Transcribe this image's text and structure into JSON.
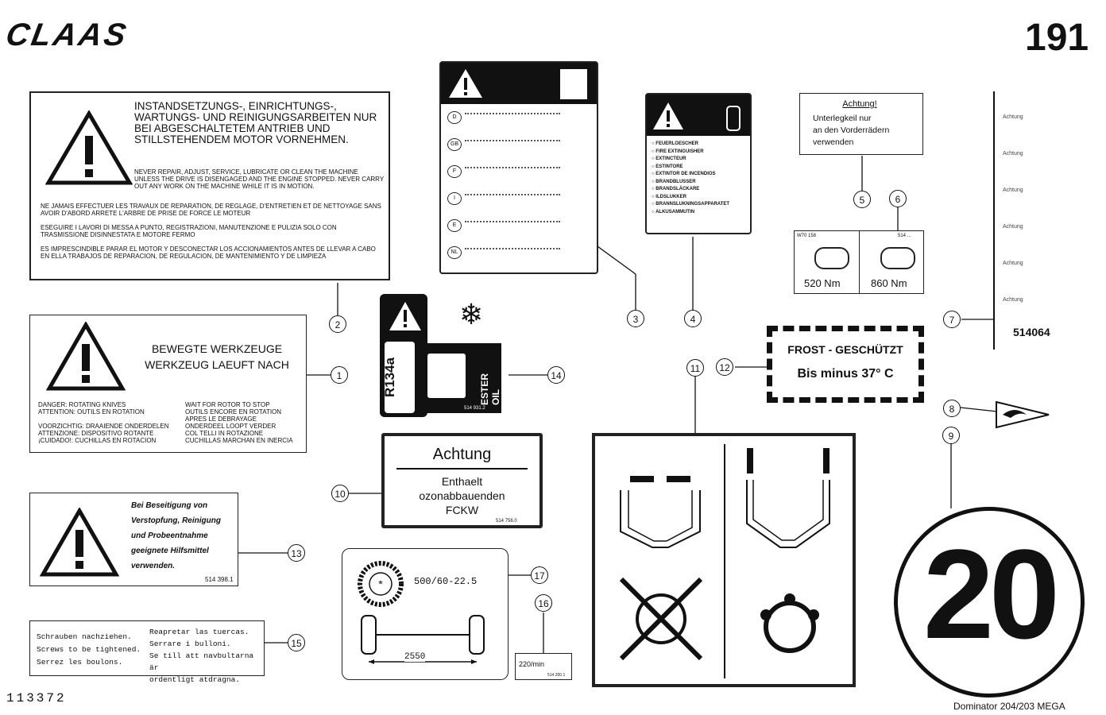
{
  "header": {
    "brand": "CLAAS",
    "page_number": "191"
  },
  "footer": {
    "doc_id": "113372",
    "model": "Dominator 204/203 MEGA"
  },
  "labels": {
    "l2": {
      "title_de": "INSTANDSETZUNGS-, EINRICHTUNGS-, WARTUNGS- UND REINIGUNGSARBEITEN NUR BEI ABGESCHALTETEM ANTRIEB UND STILLSTEHENDEM MOTOR VORNEHMEN.",
      "text_en": "NEVER REPAIR, ADJUST, SERVICE, LUBRICATE OR CLEAN THE MACHINE UNLESS THE DRIVE IS DISENGAGED AND THE ENGINE STOPPED. NEVER CARRY OUT ANY WORK ON THE MACHINE WHILE IT IS IN MOTION.",
      "text_fr": "NE JAMAIS EFFECTUER LES TRAVAUX DE REPARATION, DE REGLAGE, D'ENTRETIEN ET DE NETTOYAGE SANS AVOIR D'ABORD ARRETE L'ARBRE DE PRISE DE FORCE LE MOTEUR",
      "text_it": "ESEGUIRE I LAVORI DI MESSA A PUNTO, REGISTRAZIONI, MANUTENZIONE E PULIZIA SOLO CON TRASMISSIONE DISINNESTATA E MOTORE FERMO",
      "text_es": "ES IMPRESCINDIBLE PARAR EL MOTOR Y DESCONECTAR LOS ACCIONAMIENTOS ANTES DE LLEVAR A CABO EN ELLA TRABAJOS DE REPARACION, DE REGULACION, DE MANTENIMIENTO Y DE LIMPIEZA"
    },
    "l1": {
      "title_line1": "BEWEGTE WERKZEUGE",
      "title_line2": "WERKZEUG LAEUFT NACH",
      "left_col": [
        "DANGER: ROTATING KNIVES",
        "ATTENTION: OUTILS EN ROTATION",
        "",
        "VOORZICHTIG: DRAAIENDE ONDERDELEN",
        "ATTENZIONE: DISPOSITIVO ROTANTE",
        "¡CUIDADO!: CUCHILLAS EN ROTACION"
      ],
      "right_col": [
        "WAIT FOR ROTOR TO STOP",
        "OUTILS ENCORE EN ROTATION",
        "APRES LE DEBRAYAGE",
        "ONDERDEEL LOOPT VERDER",
        "COL TELLI IN ROTAZIONE",
        "CUCHILLAS MARCHAN EN INERCIA"
      ]
    },
    "l13": {
      "text": [
        "Bei Beseitigung von",
        "Verstopfung, Reinigung",
        "und Probeentnahme",
        "geeignete Hilfsmittel",
        "verwenden."
      ],
      "code": "514 398.1"
    },
    "l15": {
      "left": [
        "Schrauben nachziehen.",
        "Screws to be tightened.",
        "Serrez les boulons."
      ],
      "right": [
        "Reapretar las tuercas.",
        "Serrare i bulloni.",
        "Se till att navbultarna är",
        "ordentligt atdragna."
      ]
    },
    "l3": {
      "langs": [
        "D",
        "GB",
        "F",
        "I",
        "E",
        "NL"
      ]
    },
    "l4": {
      "lines": [
        "FEUERLOESCHER",
        "FIRE EXTINGUISHER",
        "EXTINCTEUR",
        "ESTINTORE",
        "EXTINTOR DE INCENDIOS",
        "BRANDBLUSSER",
        "BRANDSLÄCKARE",
        "ILDSLUKKER",
        "BRANNSLUKNINGSAPPARATET",
        "ALKUSAMMUTIN"
      ]
    },
    "l5": {
      "title": "Achtung!",
      "text": [
        "Unterlegkeil nur",
        "an den Vorderrädern",
        "verwenden"
      ]
    },
    "l6": {
      "torque_left": "520 Nm",
      "torque_right": "860 Nm",
      "code_left": "W70 158",
      "code_right": "514 ..."
    },
    "l7": {
      "part_no": "514064",
      "items": [
        "Achtung",
        "Achtung",
        "Achtung",
        "Achtung",
        "Achtung",
        "Achtung"
      ]
    },
    "l12": {
      "line1": "FROST - GESCHÜTZT",
      "line2": "Bis minus 37° C"
    },
    "l14": {
      "refrigerant": "R134a",
      "oil": "ESTER OIL",
      "code": "514 931.2"
    },
    "l10": {
      "title": "Achtung",
      "line1": "Enthaelt",
      "line2": "ozonabbauenden",
      "line3": "FCKW",
      "code": "514 756.0"
    },
    "l17": {
      "tyre": "500/60-22.5",
      "track": "2550"
    },
    "l16": {
      "speed": "220",
      "unit": "/min",
      "code": "514 200.1"
    },
    "l9": {
      "speed_sign": "20"
    }
  },
  "callouts": [
    "1",
    "2",
    "3",
    "4",
    "5",
    "6",
    "7",
    "8",
    "9",
    "10",
    "11",
    "12",
    "13",
    "14",
    "15",
    "16",
    "17"
  ]
}
